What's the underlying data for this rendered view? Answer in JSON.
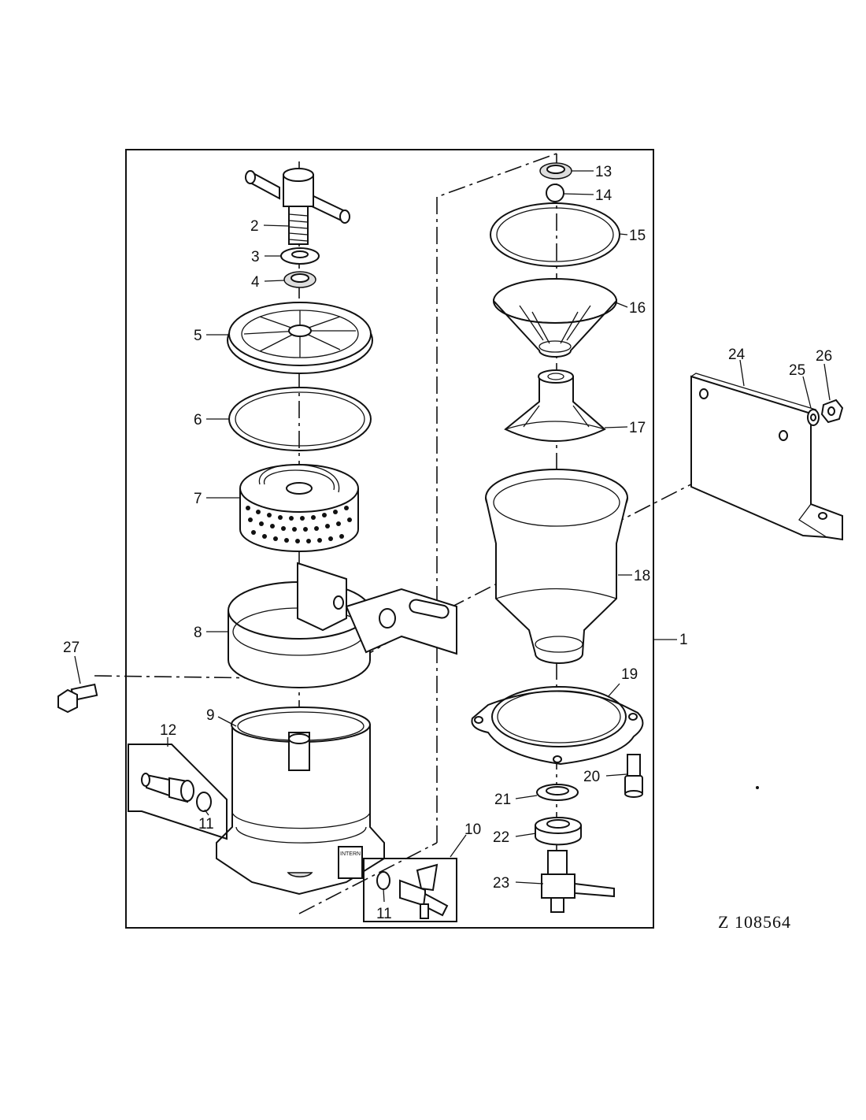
{
  "drawing_code": "Z 108564",
  "callouts": [
    "1",
    "2",
    "3",
    "4",
    "5",
    "6",
    "7",
    "8",
    "9",
    "10",
    "11",
    "12",
    "13",
    "14",
    "15",
    "16",
    "17",
    "18",
    "19",
    "20",
    "21",
    "22",
    "23",
    "24",
    "25",
    "26",
    "27"
  ],
  "callout_11b": "11",
  "decal_text": "INTERN"
}
